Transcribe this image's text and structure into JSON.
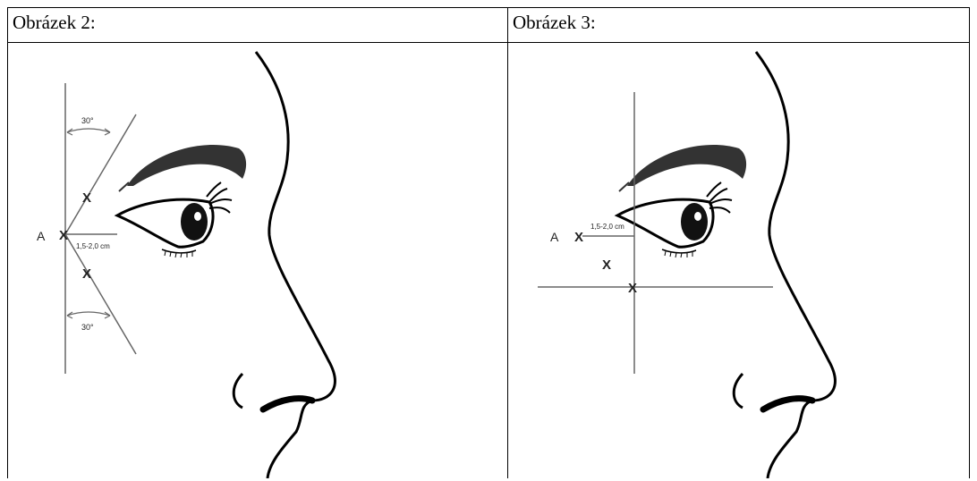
{
  "figures": [
    {
      "caption": "Obrázek 2:",
      "point_label": "A",
      "distance_label": "1,5-2,0 cm",
      "angle_top": "30°",
      "angle_bottom": "30°"
    },
    {
      "caption": "Obrázek 3:",
      "point_label": "A",
      "distance_label": "1,5-2,0 cm"
    }
  ]
}
